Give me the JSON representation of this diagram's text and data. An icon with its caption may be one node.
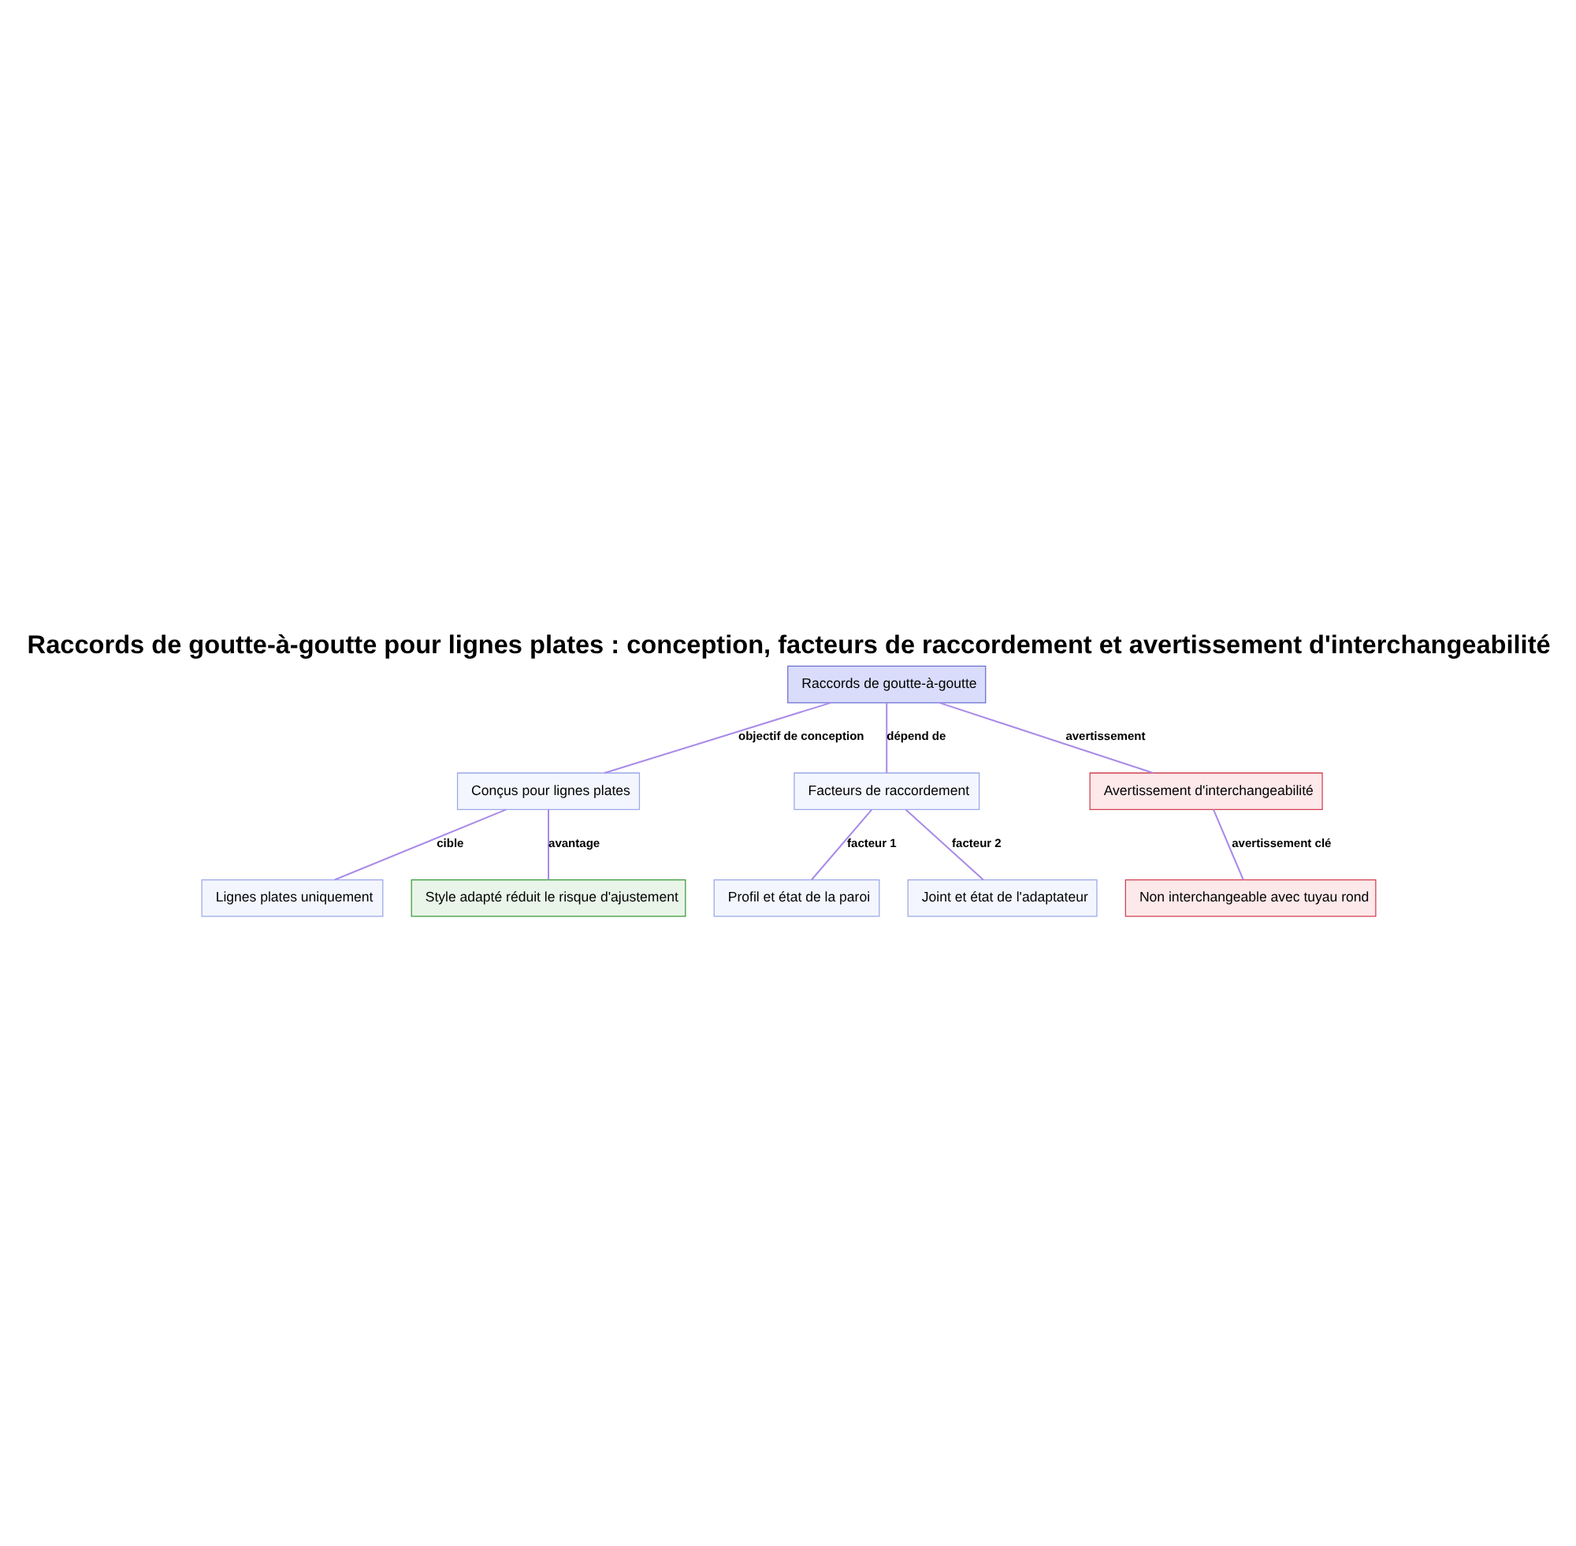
{
  "diagram": {
    "title": "Raccords de goutte-à-goutte pour lignes plates : conception, facteurs de raccordement et avertissement d'interchangeabilité",
    "nodes": [
      {
        "text": [
          "Raccords de goutte-à-goutte"
        ]
      },
      {
        "text": [
          "Conçus pour lignes plates"
        ]
      },
      {
        "text": [
          "Facteurs de raccordement"
        ]
      },
      {
        "text": [
          "Avertissement d'interchangeabilité"
        ]
      },
      {
        "text": [
          "Lignes plates uniquement"
        ]
      },
      {
        "text": [
          "Style adapté réduit le risque d'ajustement"
        ]
      },
      {
        "text": [
          "Profil et état de la paroi"
        ]
      },
      {
        "text": [
          "Joint et état de l'adaptateur"
        ]
      },
      {
        "text": [
          "Non interchangeable avec tuyau rond"
        ]
      }
    ],
    "edges": [
      {
        "from": 0,
        "to": 1,
        "arrow": "none",
        "label": "objectif de conception"
      },
      {
        "from": 0,
        "to": 2,
        "arrow": "none",
        "label": "dépend de"
      },
      {
        "from": 0,
        "to": 3,
        "arrow": "none",
        "label": "avertissement"
      },
      {
        "from": 1,
        "to": 4,
        "arrow": "none",
        "label": "cible"
      },
      {
        "from": 1,
        "to": 5,
        "arrow": "none",
        "label": "avantage"
      },
      {
        "from": 2,
        "to": 6,
        "arrow": "none",
        "label": "facteur 1"
      },
      {
        "from": 2,
        "to": 7,
        "arrow": "none",
        "label": "facteur 2"
      },
      {
        "from": 3,
        "to": 8,
        "arrow": "none",
        "label": "avertissement clé"
      }
    ]
  }
}
